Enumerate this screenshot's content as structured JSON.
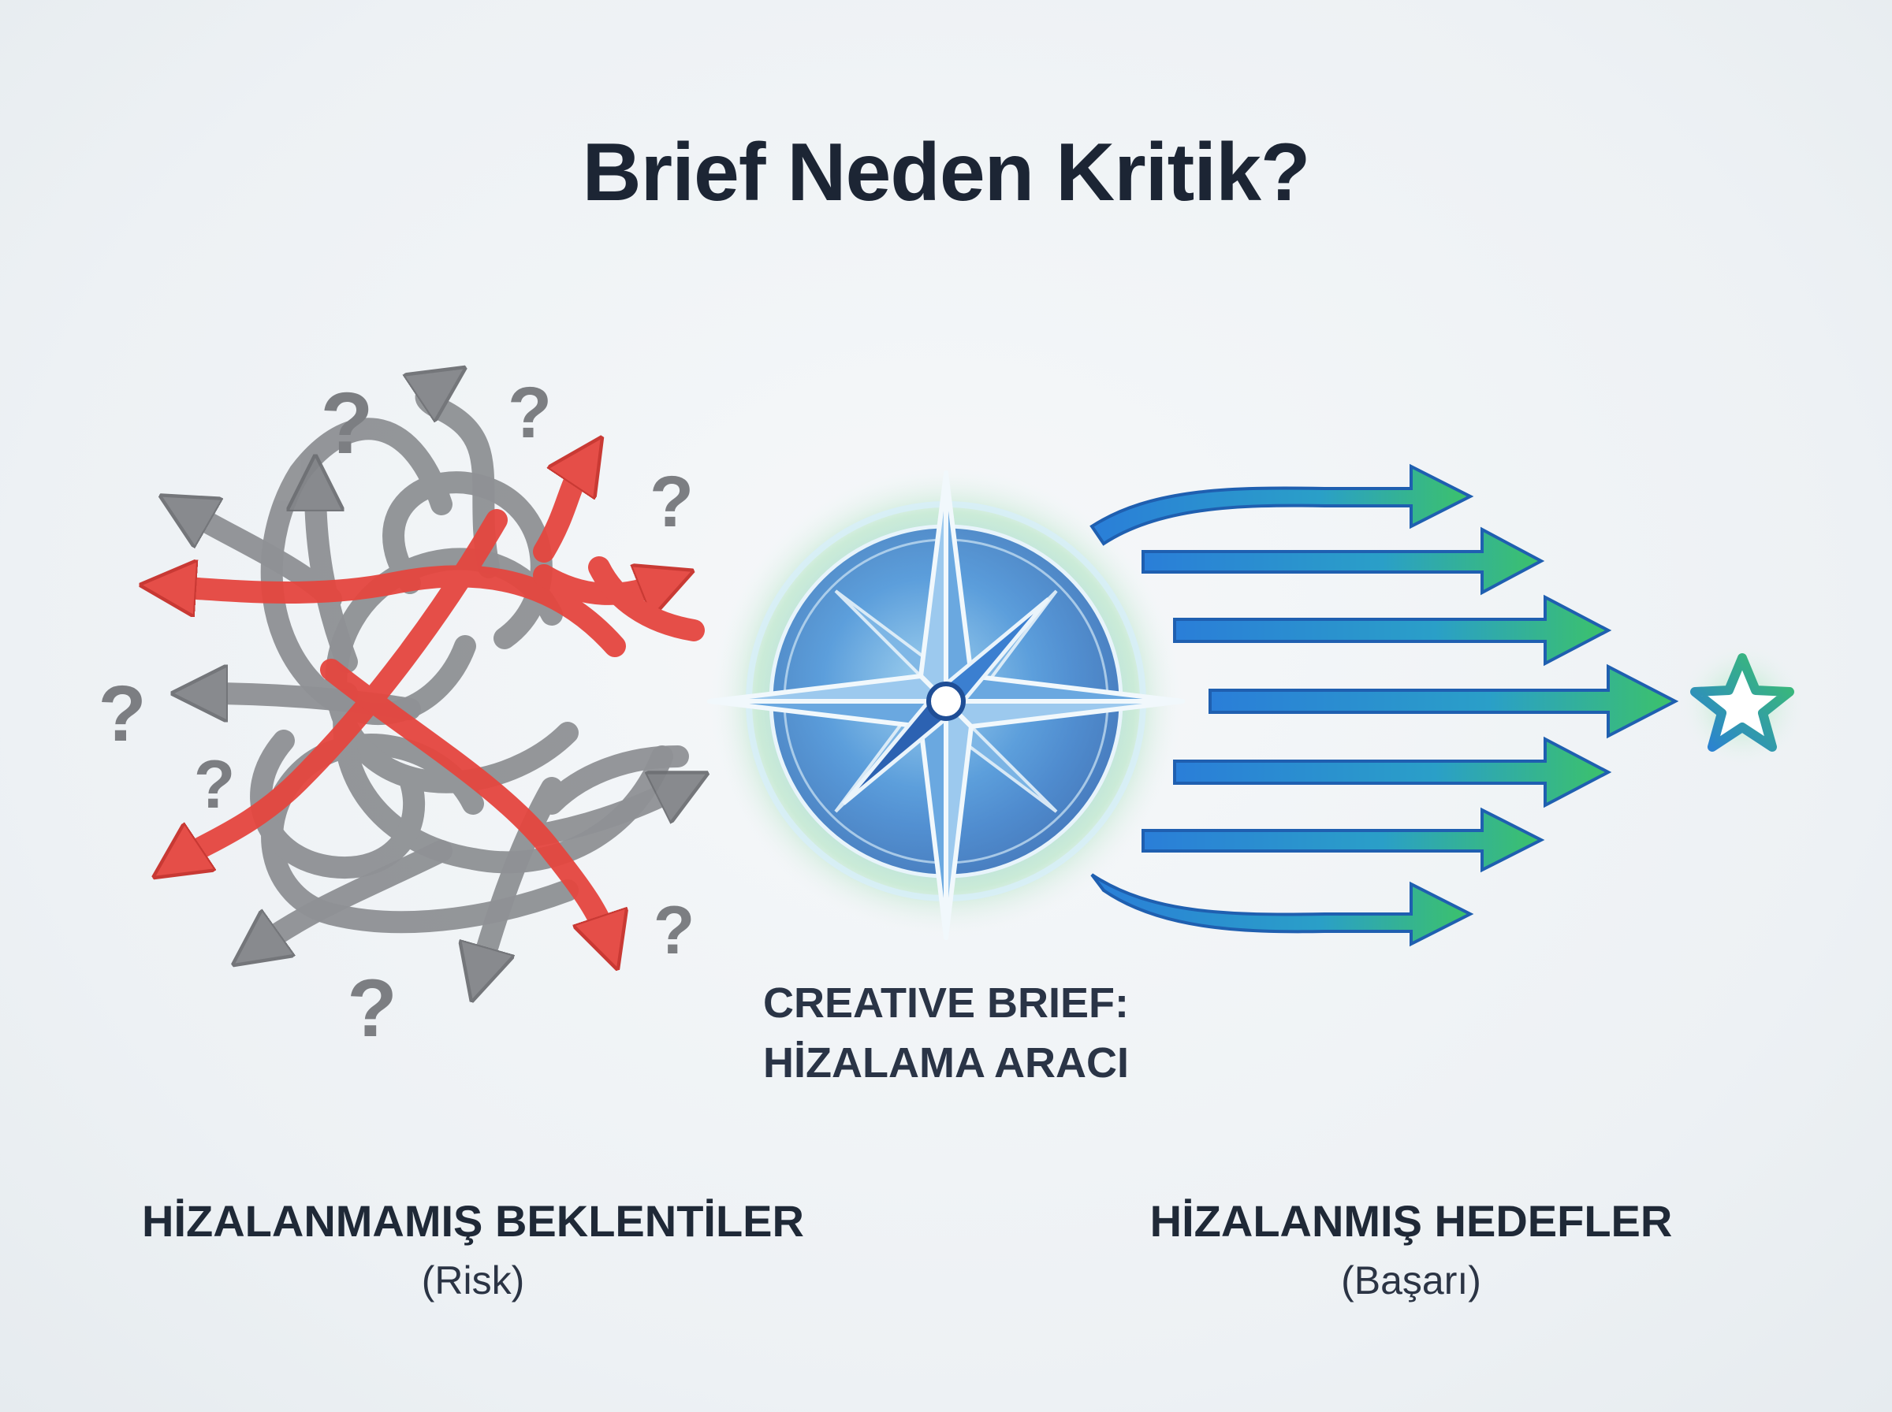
{
  "title": "Brief Neden Kritik?",
  "center": {
    "line1": "CREATIVE BRIEF:",
    "line2": "HİZALAMA ARACI"
  },
  "left": {
    "label": "HİZALANMAMIŞ BEKLENTİLER",
    "sub": "(Risk)"
  },
  "right": {
    "label": "HİZALANMIŞ HEDEFLER",
    "sub": "(Başarı)"
  },
  "question_mark": "?",
  "colors": {
    "gray_arrow": "#8a8c90",
    "red_arrow": "#e5463f",
    "blue": "#2a7ed8",
    "green": "#3dbd6a",
    "text_dark": "#1c2534"
  },
  "icons": [
    "compass-icon",
    "star-icon",
    "question-icon"
  ]
}
